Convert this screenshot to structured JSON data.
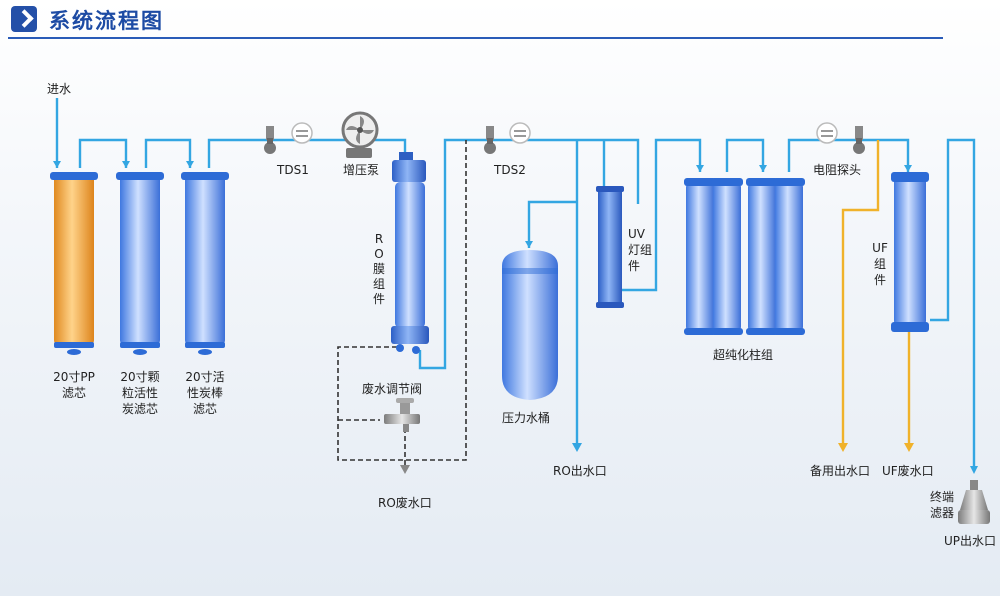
{
  "header": {
    "title": "系统流程图"
  },
  "labels": {
    "inlet": "进水",
    "pp_filter": [
      "20寸PP",
      "滤芯"
    ],
    "granular_carbon": [
      "20寸颗",
      "粒活性",
      "炭滤芯"
    ],
    "carbon_block": [
      "20寸活",
      "性炭棒",
      "滤芯"
    ],
    "tds1": "TDS1",
    "booster_pump": "增压泵",
    "ro_module": [
      "R",
      "O",
      "膜",
      "组",
      "件"
    ],
    "waste_valve": "废水调节阀",
    "ro_waste_outlet": "RO废水口",
    "tds2": "TDS2",
    "pressure_tank": "压力水桶",
    "ro_outlet": "RO出水口",
    "uv_lamp": [
      "UV",
      "灯组",
      "件"
    ],
    "ultrapure_columns": "超纯化柱组",
    "resistivity_probe": "电阻探头",
    "uf_module": [
      "UF",
      "组",
      "件"
    ],
    "backup_outlet": "备用出水口",
    "uf_waste_outlet": "UF废水口",
    "terminal_filter": [
      "终端",
      "滤器"
    ],
    "up_outlet": "UP出水口"
  },
  "colors": {
    "pipe": "#33a6e2",
    "drain_pipe": "#f0b22a",
    "waste_line": "#333333",
    "pp_filter": "#f2a33a",
    "vessel": "#6fa0ef",
    "title": "#1d4ba4"
  }
}
